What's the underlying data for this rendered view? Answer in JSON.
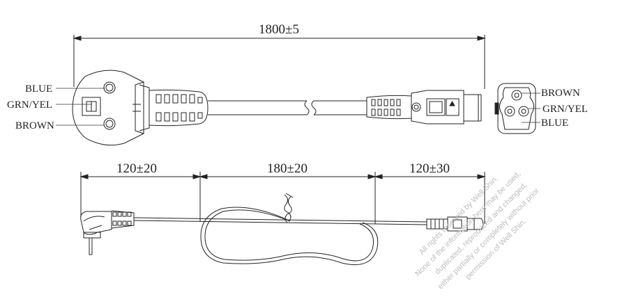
{
  "dimensions": {
    "total_length": "1800±5",
    "plug_segment": "120±20",
    "middle_segment": "180±20",
    "connector_segment": "120±30"
  },
  "plug_labels": {
    "top": "BLUE",
    "middle": "GRN/YEL",
    "bottom": "BROWN"
  },
  "connector_labels": {
    "top": "BROWN",
    "middle": "GRN/YEL",
    "bottom": "BLUE"
  },
  "watermark": [
    "All rights reserved by Well Shin.",
    "None of the information here may be used,",
    "duplicated, reproduced and changed,",
    "either partially or completely without prior",
    "permission of Well Shin."
  ]
}
